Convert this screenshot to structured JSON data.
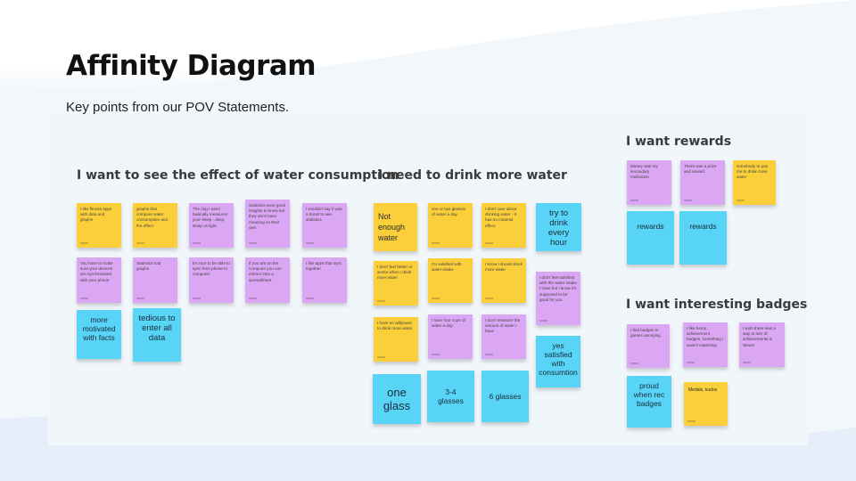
{
  "slide": {
    "title": "Affinity Diagram",
    "subtitle": "Key points from our POV Statements."
  },
  "groups": {
    "effect": {
      "title": "I want to see the effect of water consumption",
      "notes": [
        "I like fitness apps with data and graphs",
        "graphs that compare water consumption and the effect",
        "The ring I used basically measures your sleep - deep sleep vs light",
        "Statistics were good insights to know but they don't have meaning on their own",
        "I wouldn't say it was a boost to see statistics",
        "You have to make sure your devices are synchronised with your phone",
        "Statistics had graphs",
        "It's nice to be able to sync from phone to computer",
        "If you are on the computer you can extract onto a spreadsheet",
        "I like apps that sync together",
        "more motivated with facts",
        "tedious to enter all data"
      ]
    },
    "drink": {
      "title": "I need to drink more water",
      "notes": [
        "Not enough water",
        "one or two glasses of water a day",
        "I don't care about drinking water - it has no material effect.",
        "try to drink every hour",
        "I don't feel better or worse when I drink more water",
        "I'm satisfied with water intake",
        "I know I should drink more water",
        "I don't feel satisfied with the water intake I have but I know it's supposed to be good for you",
        "I have no willpower to drink more water",
        "I have four cups of water a day",
        "I don't measure the amount of water I have",
        "yes satisfied with consumtion",
        "one glass",
        "3-4 glasses",
        "6 glasses"
      ]
    },
    "rewards": {
      "title": "I want rewards",
      "notes": [
        "Money was my secondary motivation",
        "There was a prize and reward",
        "somebody to pay me to drink more water",
        "rewards",
        "rewards"
      ]
    },
    "badges": {
      "title": "I want interesting badges",
      "notes": [
        "I find badges in games annoying",
        "I like funny achievement badges, something I wasn't expecting",
        "I wish there was a way to turn of achievements in Steam",
        "proud when rec badges",
        "Medals, kudos"
      ]
    }
  },
  "colors": {
    "yellow": "#fbcf3a",
    "purple": "#dba6f3",
    "blue": "#57d4f6"
  }
}
